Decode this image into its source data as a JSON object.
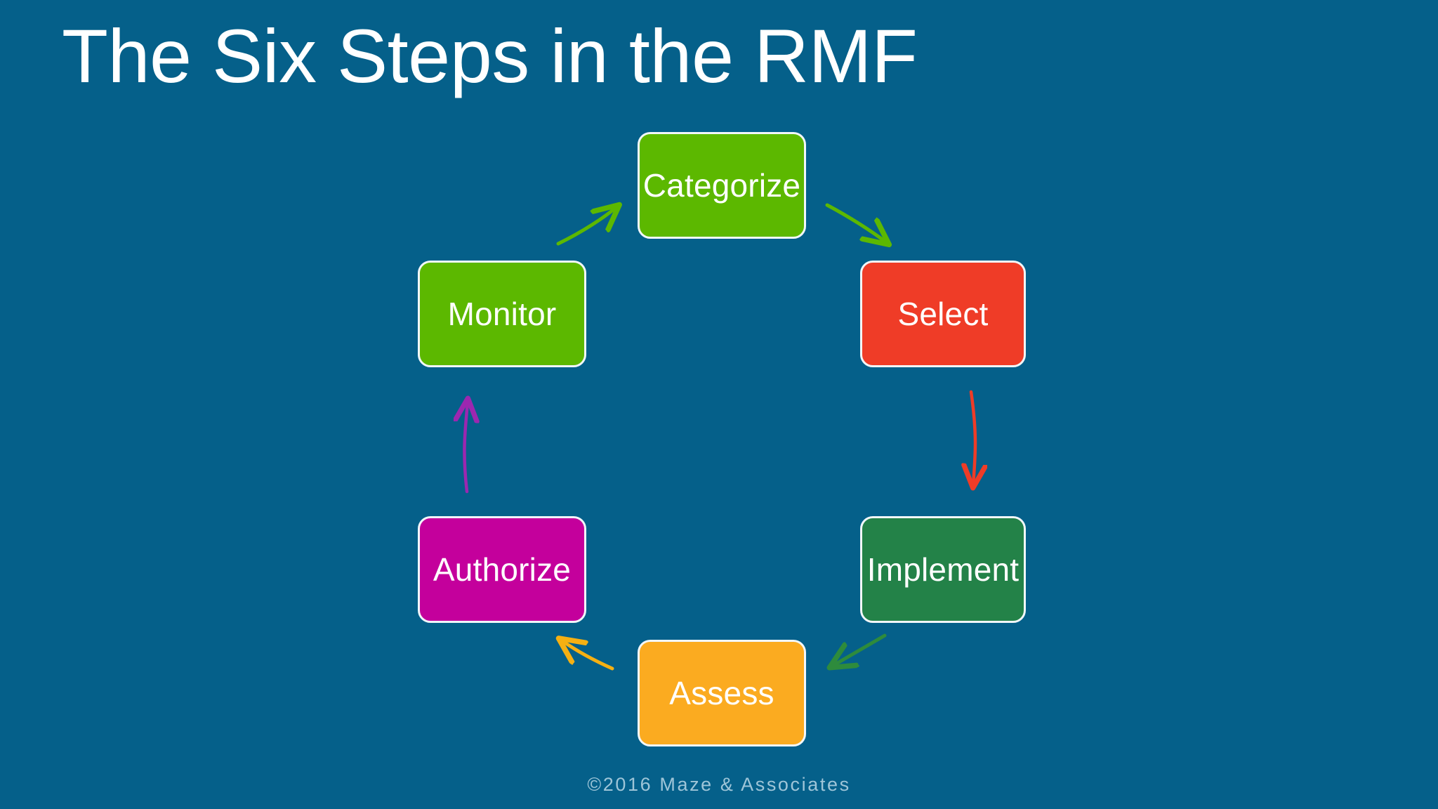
{
  "slide": {
    "title": "The Six Steps in the RMF",
    "background_color": "#05608a",
    "title_color": "#ffffff",
    "footer": "©2016 Maze & Associates",
    "footer_color": "#9ec5d8"
  },
  "diagram": {
    "type": "cycle",
    "node_border_color": "#f2f7fa",
    "nodes": [
      {
        "id": "categorize",
        "label": "Categorize",
        "color": "#5cb800",
        "position": "top"
      },
      {
        "id": "select",
        "label": "Select",
        "color": "#ef3c27",
        "position": "upper-right"
      },
      {
        "id": "implement",
        "label": "Implement",
        "color": "#238248",
        "position": "lower-right"
      },
      {
        "id": "assess",
        "label": "Assess",
        "color": "#fbab20",
        "position": "bottom"
      },
      {
        "id": "authorize",
        "label": "Authorize",
        "color": "#c4009c",
        "position": "lower-left"
      },
      {
        "id": "monitor",
        "label": "Monitor",
        "color": "#5cb800",
        "position": "upper-left"
      }
    ],
    "arrows": [
      {
        "id": "categorize-to-select",
        "from": "categorize",
        "to": "select",
        "color": "#5cb800"
      },
      {
        "id": "select-to-implement",
        "from": "select",
        "to": "implement",
        "color": "#ef3c27"
      },
      {
        "id": "implement-to-assess",
        "from": "implement",
        "to": "assess",
        "color": "#2e8b3c"
      },
      {
        "id": "assess-to-authorize",
        "from": "assess",
        "to": "authorize",
        "color": "#f5b013"
      },
      {
        "id": "authorize-to-monitor",
        "from": "authorize",
        "to": "monitor",
        "color": "#9c27b0"
      },
      {
        "id": "monitor-to-categorize",
        "from": "monitor",
        "to": "categorize",
        "color": "#5cb800"
      }
    ]
  }
}
